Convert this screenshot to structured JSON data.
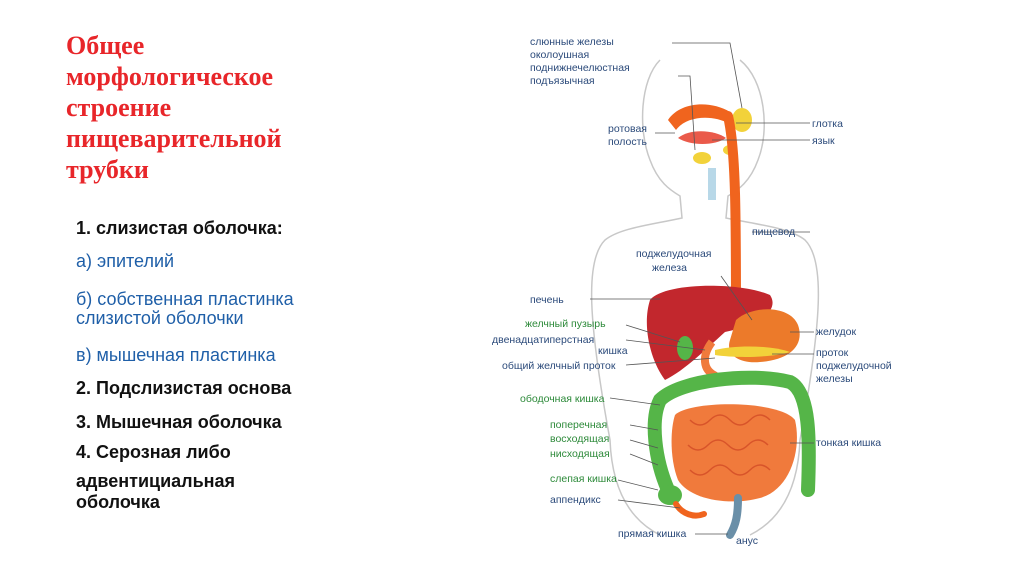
{
  "slide": {
    "title_lines": [
      "Общее",
      "морфологическое",
      "строение",
      "пищеварительной",
      "трубки"
    ],
    "items": {
      "i1": "1.  слизистая оболочка:",
      "i1a": "а) эпителий",
      "i1b_1": "б) собственная пластинка",
      "i1b_2": "слизистой оболочки",
      "i1c": "в)  мышечная пластинка",
      "i2": "2. Подслизистая основа",
      "i3": "3. Мышечная оболочка",
      "i4_1": "4.  Серозная либо",
      "i4_2": "адвентициальная",
      "i4_3": "оболочка"
    },
    "colors": {
      "title": "#e8262a",
      "blue_items": "#1f5fa8",
      "black_items": "#111111"
    }
  },
  "diagram": {
    "labels": {
      "salivary": "слюнные железы",
      "parotid": "околоушная",
      "submandibular": "поднижнечелюстная",
      "sublingual": "подъязычная",
      "mouth_1": "ротовая",
      "mouth_2": "полость",
      "pharynx": "глотка",
      "tongue": "язык",
      "esophagus": "пищевод",
      "pancreas_1": "поджелудочная",
      "pancreas_2": "железа",
      "liver": "печень",
      "gallbladder": "желчный пузырь",
      "duodenum_1": "двенадцатиперстная",
      "duodenum_2": "кишка",
      "bile_duct": "общий желчный проток",
      "stomach": "желудок",
      "panc_duct_1": "проток",
      "panc_duct_2": "поджелудочной",
      "panc_duct_3": "железы",
      "colon": "ободочная кишка",
      "transverse": "поперечная",
      "ascending": "восходящая",
      "descending": "нисходящая",
      "small_int": "тонкая кишка",
      "cecum": "слепая кишка",
      "appendix": "аппендикс",
      "rectum": "прямая кишка",
      "anus": "анус"
    },
    "colors": {
      "esophagus": "#f0641e",
      "liver": "#c2272d",
      "stomach": "#ec7a2a",
      "colon": "#55b548",
      "small_intestine": "#f07a3c",
      "gland": "#f2d23a",
      "body_outline": "#c8c8c8",
      "label_dark": "#2b4a7a",
      "label_green": "#2d8a3a"
    }
  }
}
